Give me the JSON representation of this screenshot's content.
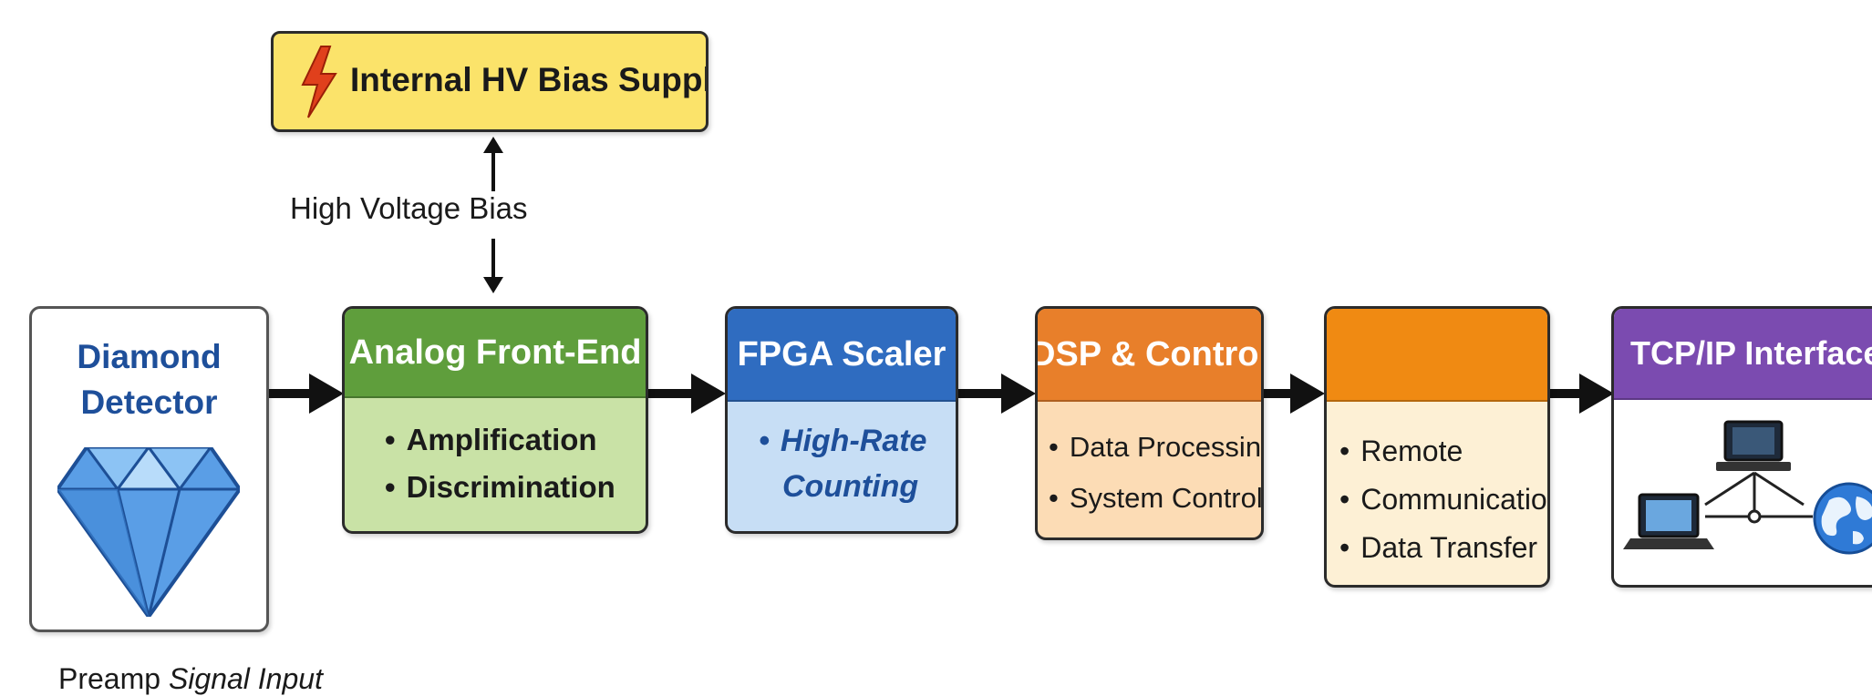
{
  "bias_supply": {
    "label": "Internal HV Bias Supply",
    "icon": "lightning-bolt-icon"
  },
  "bias_link": {
    "label": "High Voltage Bias"
  },
  "detector": {
    "title_line1": "Diamond",
    "title_line2": "Detector",
    "icon": "diamond-icon",
    "caption_plain": "Preamp ",
    "caption_italic": "Signal Input"
  },
  "blocks": {
    "analog": {
      "title": "Analog Front-End",
      "items": [
        "Amplification",
        "Discrimination"
      ],
      "color": "#5f9e3c"
    },
    "fpga": {
      "title": "FPGA Scaler",
      "items": [
        "High-Rate",
        "Counting"
      ],
      "color": "#2f6cc0"
    },
    "dsp": {
      "title": "DSP & Control",
      "items": [
        "Data Processing",
        "System Control"
      ],
      "color": "#e87f2a"
    },
    "comm": {
      "title": "",
      "items": [
        "Remote",
        "Communication",
        "Data Transfer"
      ],
      "color": "#f08a12"
    },
    "tcp": {
      "title": "TCP/IP Interface",
      "icons": [
        "laptop-icon",
        "desktop-icon",
        "globe-icon"
      ],
      "color": "#7b4bb0"
    }
  }
}
